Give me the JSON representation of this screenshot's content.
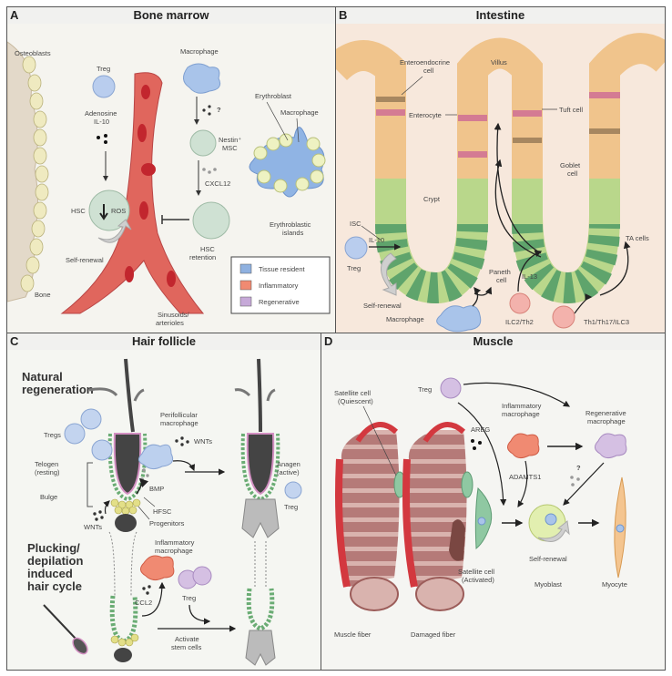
{
  "panels": {
    "A": {
      "letter": "A",
      "title": "Bone marrow",
      "labels": {
        "osteoblasts": "Osteoblasts",
        "treg": "Treg",
        "adenosine": "Adenosine",
        "il10": "IL-10",
        "hsc": "HSC",
        "ros": "ROS",
        "self_renewal": "Self-renewal",
        "bone": "Bone",
        "sinusoids_1": "Sinusoids/",
        "sinusoids_2": "arterioles",
        "macrophage": "Macrophage",
        "question": "?",
        "nestin_1": "Nestin⁺",
        "nestin_2": "MSC",
        "cxcl12": "CXCL12",
        "hsc_retention_1": "HSC",
        "hsc_retention_2": "retention",
        "erythroblast": "Erythroblast",
        "island_macrophage": "Macrophage",
        "islands_1": "Erythroblastic",
        "islands_2": "islands"
      },
      "legend": [
        {
          "label": "Tissue resident",
          "color": "#8fb1e0"
        },
        {
          "label": "Inflammatory",
          "color": "#f08a72"
        },
        {
          "label": "Regenerative",
          "color": "#c6a9d8"
        }
      ]
    },
    "B": {
      "letter": "B",
      "title": "Intestine",
      "labels": {
        "villus": "Villus",
        "enteroendocrine_1": "Enteroendocrine",
        "enteroendocrine_2": "cell",
        "enterocyte": "Enterocyte",
        "tuft": "Tuft cell",
        "goblet_1": "Goblet",
        "goblet_2": "cell",
        "crypt": "Crypt",
        "isc": "ISC",
        "il10": "IL-10",
        "treg": "Treg",
        "self_renewal": "Self-renewal",
        "paneth_1": "Paneth",
        "paneth_2": "cell",
        "macrophage": "Macrophage",
        "il13": "IL-13",
        "ilc2": "ILC2/Th2",
        "th1": "Th1/Th17/ILC3",
        "ta_cells": "TA cells"
      }
    },
    "C": {
      "letter": "C",
      "title": "Hair follicle",
      "labels": {
        "natural_1": "Natural",
        "natural_2": "regeneration",
        "tregs": "Tregs",
        "perifollicular_1": "Perifollicular",
        "perifollicular_2": "macrophage",
        "wnts_top": "WNTs",
        "telogen_1": "Telogen",
        "telogen_2": "(resting)",
        "bulge": "Bulge",
        "bmp": "BMP",
        "hfsc": "HFSC",
        "progenitors": "Progenitors",
        "wnts_bottom": "WNTs",
        "anagen_1": "Anagen",
        "anagen_2": "(active)",
        "treg_right": "Treg",
        "plucking_1": "Plucking/",
        "plucking_2": "depilation",
        "plucking_3": "induced",
        "plucking_4": "hair cycle",
        "inflammatory_1": "Inflammatory",
        "inflammatory_2": "macrophage",
        "ccl2": "CCL2",
        "treg_bottom": "Treg",
        "activate_1": "Activate",
        "activate_2": "stem cells"
      }
    },
    "D": {
      "letter": "D",
      "title": "Muscle",
      "labels": {
        "satellite_q_1": "Satellite cell",
        "satellite_q_2": "(Quiescent)",
        "treg": "Treg",
        "areg": "AREG",
        "inflammatory_1": "Inflammatory",
        "inflammatory_2": "macrophage",
        "regenerative_1": "Regenerative",
        "regenerative_2": "macrophage",
        "adamts1": "ADAMTS1",
        "question": "?",
        "self_renewal": "Self-renewal",
        "satellite_a_1": "Satellite cell",
        "satellite_a_2": "(Activated)",
        "myoblast": "Myoblast",
        "myocyte": "Myocyte",
        "muscle_fiber": "Muscle fiber",
        "damaged_fiber": "Damaged fiber"
      }
    }
  }
}
